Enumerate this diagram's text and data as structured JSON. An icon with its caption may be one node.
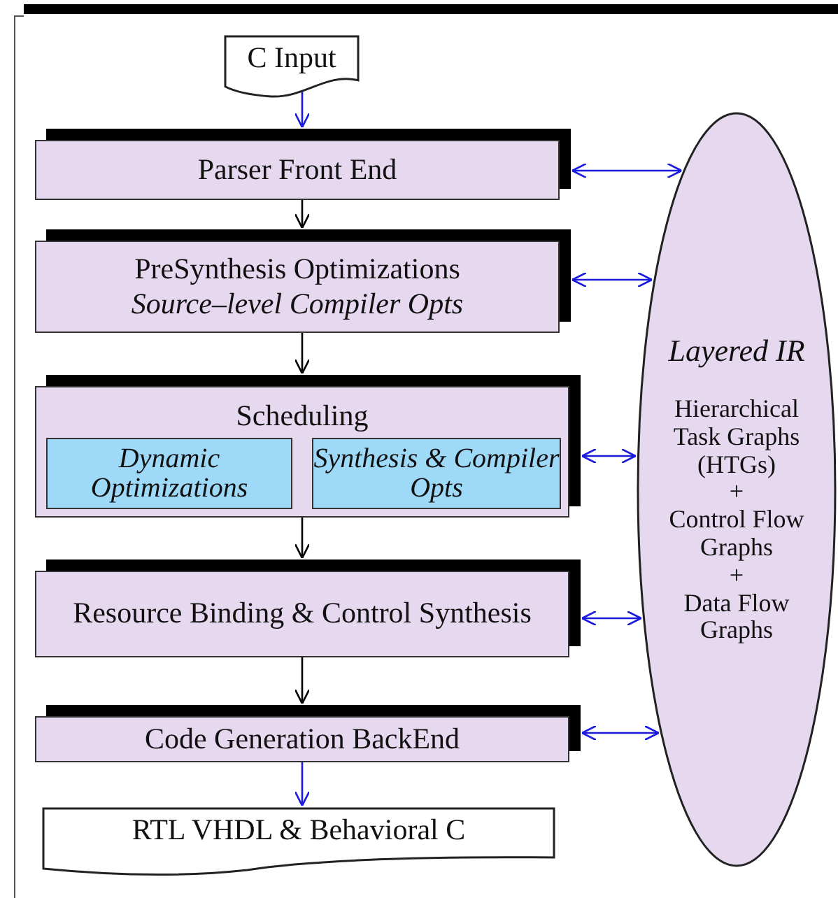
{
  "diagram": {
    "nodes": [
      {
        "text": [
          "C Input"
        ]
      },
      {
        "text": [
          "Parser Front End"
        ]
      },
      {
        "text": [
          "PreSynthesis Optimizations",
          "Source–level Compiler Opts"
        ]
      },
      {
        "text": [
          "Scheduling"
        ]
      },
      {
        "text": [
          "Dynamic Optimizations"
        ],
        "in": 3
      },
      {
        "text": [
          "Synthesis & Compiler Opts"
        ],
        "in": 3
      },
      {
        "text": [
          "Resource Binding & Control Synthesis"
        ]
      },
      {
        "text": [
          "Code Generation BackEnd"
        ]
      },
      {
        "text": [
          "RTL VHDL & Behavioral C"
        ]
      },
      {
        "text": [
          "Layered IR",
          "Hierarchical Task Graphs (HTGs)",
          "+",
          "Control Flow Graphs",
          "+",
          "Data Flow Graphs"
        ]
      }
    ],
    "edges": [
      {
        "from": 0,
        "to": 1,
        "arrow": "to"
      },
      {
        "from": 1,
        "to": 2,
        "arrow": "to",
        "color": "#000000"
      },
      {
        "from": 2,
        "to": 3,
        "arrow": "to",
        "color": "#000000"
      },
      {
        "from": 3,
        "to": 6,
        "arrow": "to",
        "color": "#000000"
      },
      {
        "from": 6,
        "to": 7,
        "arrow": "to",
        "color": "#000000"
      },
      {
        "from": 7,
        "to": 8,
        "arrow": "to"
      },
      {
        "from": 1,
        "to": 9,
        "arrow": "both"
      },
      {
        "from": 2,
        "to": 9,
        "arrow": "both"
      },
      {
        "from": 3,
        "to": 9,
        "arrow": "both"
      },
      {
        "from": 6,
        "to": 9,
        "arrow": "both"
      },
      {
        "from": 7,
        "to": 9,
        "arrow": "both"
      }
    ]
  }
}
